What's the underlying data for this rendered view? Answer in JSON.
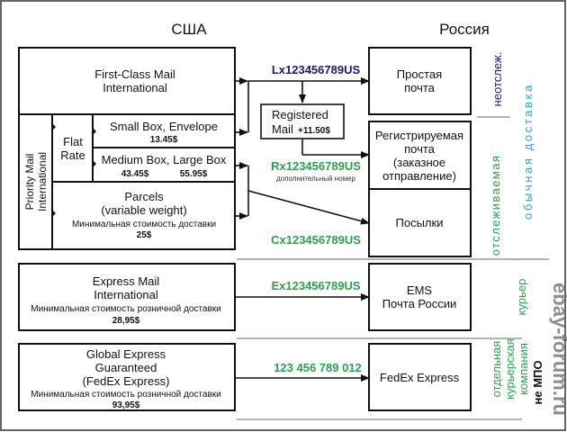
{
  "headers": {
    "usa": "США",
    "russia": "Россия"
  },
  "usa_services": {
    "first_class": {
      "line1": "First-Class Mail",
      "line2": "International"
    },
    "priority": {
      "label_line1": "Priority Mail",
      "label_line2": "International",
      "flat_rate": {
        "line1": "Flat",
        "line2": "Rate"
      },
      "small_box": {
        "title": "Small Box, Envelope",
        "price": "13.45$"
      },
      "medium_large_box": {
        "title": "Medium Box, Large Box",
        "price_medium": "43.45$",
        "price_large": "55.95$"
      },
      "parcels": {
        "line1": "Parcels",
        "line2": "(variable weight)",
        "note": "Минимальная стоимость доставки",
        "price": "25$"
      }
    },
    "express_mail": {
      "line1": "Express Mail",
      "line2": "International",
      "note": "Минимальная стоимость розничной доставки",
      "price": "28,95$"
    },
    "global_express": {
      "line1": "Global Express",
      "line2": "Guaranteed",
      "line3": "(FedEx Express)",
      "note": "Минимальная стоимость розничной доставки",
      "price": "93,95$"
    }
  },
  "registered_mail": {
    "line1": "Registered",
    "line2": "Mail",
    "price": "+11.50$"
  },
  "tracking_codes": {
    "lx": {
      "code": "Lx123456789US",
      "color": "#1a1a6e"
    },
    "rx": {
      "code": "Rx123456789US",
      "note": "дополнительный номер",
      "color": "#2e9e4e"
    },
    "cx": {
      "code": "Cx123456789US",
      "color": "#2e9e4e"
    },
    "ex": {
      "code": "Ex123456789US",
      "color": "#2e9e4e"
    },
    "fedex": {
      "code": "123 456 789 012",
      "color": "#2e9e4e"
    }
  },
  "russia_services": {
    "simple": {
      "line1": "Простая",
      "line2": "почта"
    },
    "registered": {
      "line1": "Регистрируемая",
      "line2": "почта",
      "line3": "(заказное",
      "line4": "отправление)"
    },
    "parcels": {
      "label": "Посылки"
    },
    "ems": {
      "line1": "EMS",
      "line2": "Почта России"
    },
    "fedex": {
      "label": "FedEx Express"
    }
  },
  "side_labels": {
    "untracked": {
      "text": "неотслеж.",
      "color": "#1a1a6e"
    },
    "regular_delivery": {
      "text": "обычная доставка",
      "color": "#3aa0d0"
    },
    "tracked": {
      "text": "отслеживаемая",
      "color": "#2e9e4e"
    },
    "courier": {
      "text": "курьер",
      "color": "#2e9e4e"
    },
    "separate_courier_line1": "отдельная",
    "separate_courier_line2": "курьерская",
    "separate_courier_line3": "компания",
    "separate_courier_color": "#2e9e4e",
    "not_mpo": "не МПО",
    "watermark": "ebay-forum.ru"
  }
}
